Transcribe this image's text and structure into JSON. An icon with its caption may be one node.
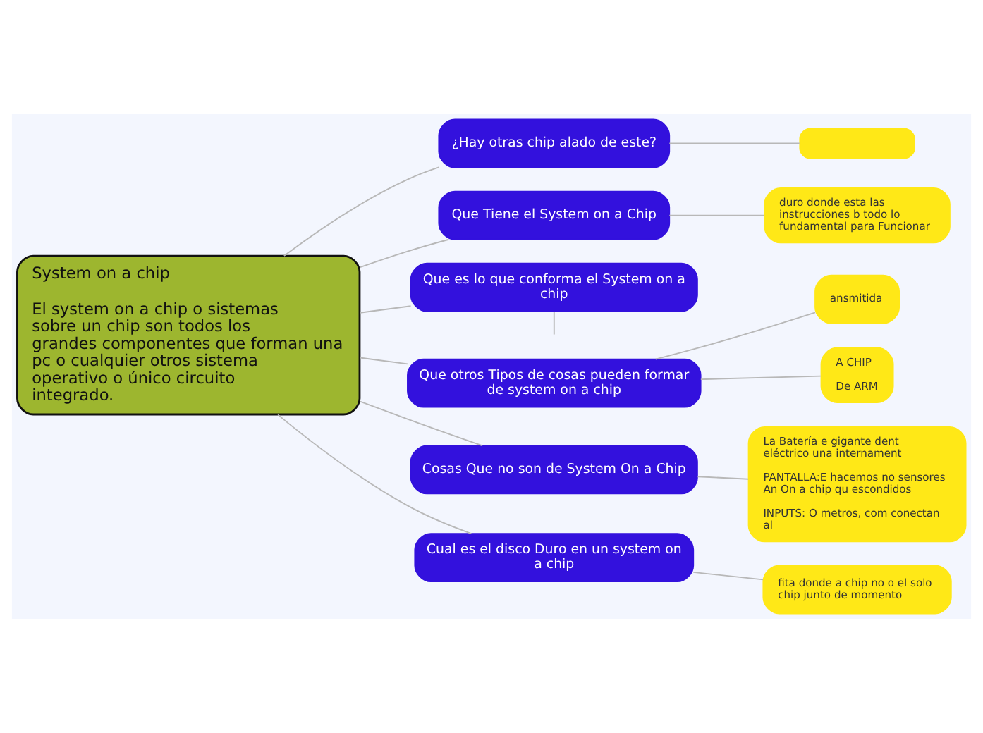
{
  "diagram": {
    "nodes": [
      {
        "text": [
          "System on a chip",
          "El system on a chip o sistemas sobre un chip son todos los grandes componentes que forman una pc o cualquier otros sistema operativo o único circuito integrado."
        ]
      },
      {
        "text": [
          "¿Hay otras chip alado de este?"
        ]
      },
      {
        "text": [],
        "shape": "box"
      },
      {
        "text": [
          "Que Tiene el System on a Chip"
        ]
      },
      {
        "text": [
          "duro donde esta las instrucciones b todo lo fundamental para Funcionar"
        ]
      },
      {
        "text": [
          "Que es lo que conforma el System on a chip"
        ]
      },
      {
        "text": [
          "Que otros Tipos de cosas pueden formar de system on a chip"
        ]
      },
      {
        "text": [
          "ansmitida"
        ]
      },
      {
        "text": [
          "A CHIP",
          "De ARM"
        ]
      },
      {
        "text": [
          "Cosas Que no son de System On a Chip"
        ]
      },
      {
        "text": [
          "La Batería e gigante dent eléctrico una internament",
          "PANTALLA:E hacemos no sensores An On a chip qu escondidos",
          "INPUTS: O metros, com conectan al"
        ]
      },
      {
        "text": [
          "Cual es el disco Duro en un system on a chip"
        ]
      },
      {
        "text": [
          "fita donde a chip no o el solo chip junto de momento"
        ]
      }
    ],
    "edges": [
      {
        "from": 0,
        "to": 1,
        "arrow": "none"
      },
      {
        "from": 0,
        "to": 3,
        "arrow": "none"
      },
      {
        "from": 0,
        "to": 5,
        "arrow": "none"
      },
      {
        "from": 0,
        "to": 6,
        "arrow": "none"
      },
      {
        "from": 0,
        "to": 9,
        "arrow": "none"
      },
      {
        "from": 0,
        "to": 11,
        "arrow": "none"
      },
      {
        "from": 1,
        "to": 2,
        "arrow": "none"
      },
      {
        "from": 3,
        "to": 4,
        "arrow": "none"
      },
      {
        "from": 5,
        "to": null,
        "arrow": "none"
      },
      {
        "from": 6,
        "to": 7,
        "arrow": "none"
      },
      {
        "from": 6,
        "to": 8,
        "arrow": "none"
      },
      {
        "from": 9,
        "to": 10,
        "arrow": "none"
      },
      {
        "from": 11,
        "to": 12,
        "arrow": "none"
      }
    ]
  }
}
